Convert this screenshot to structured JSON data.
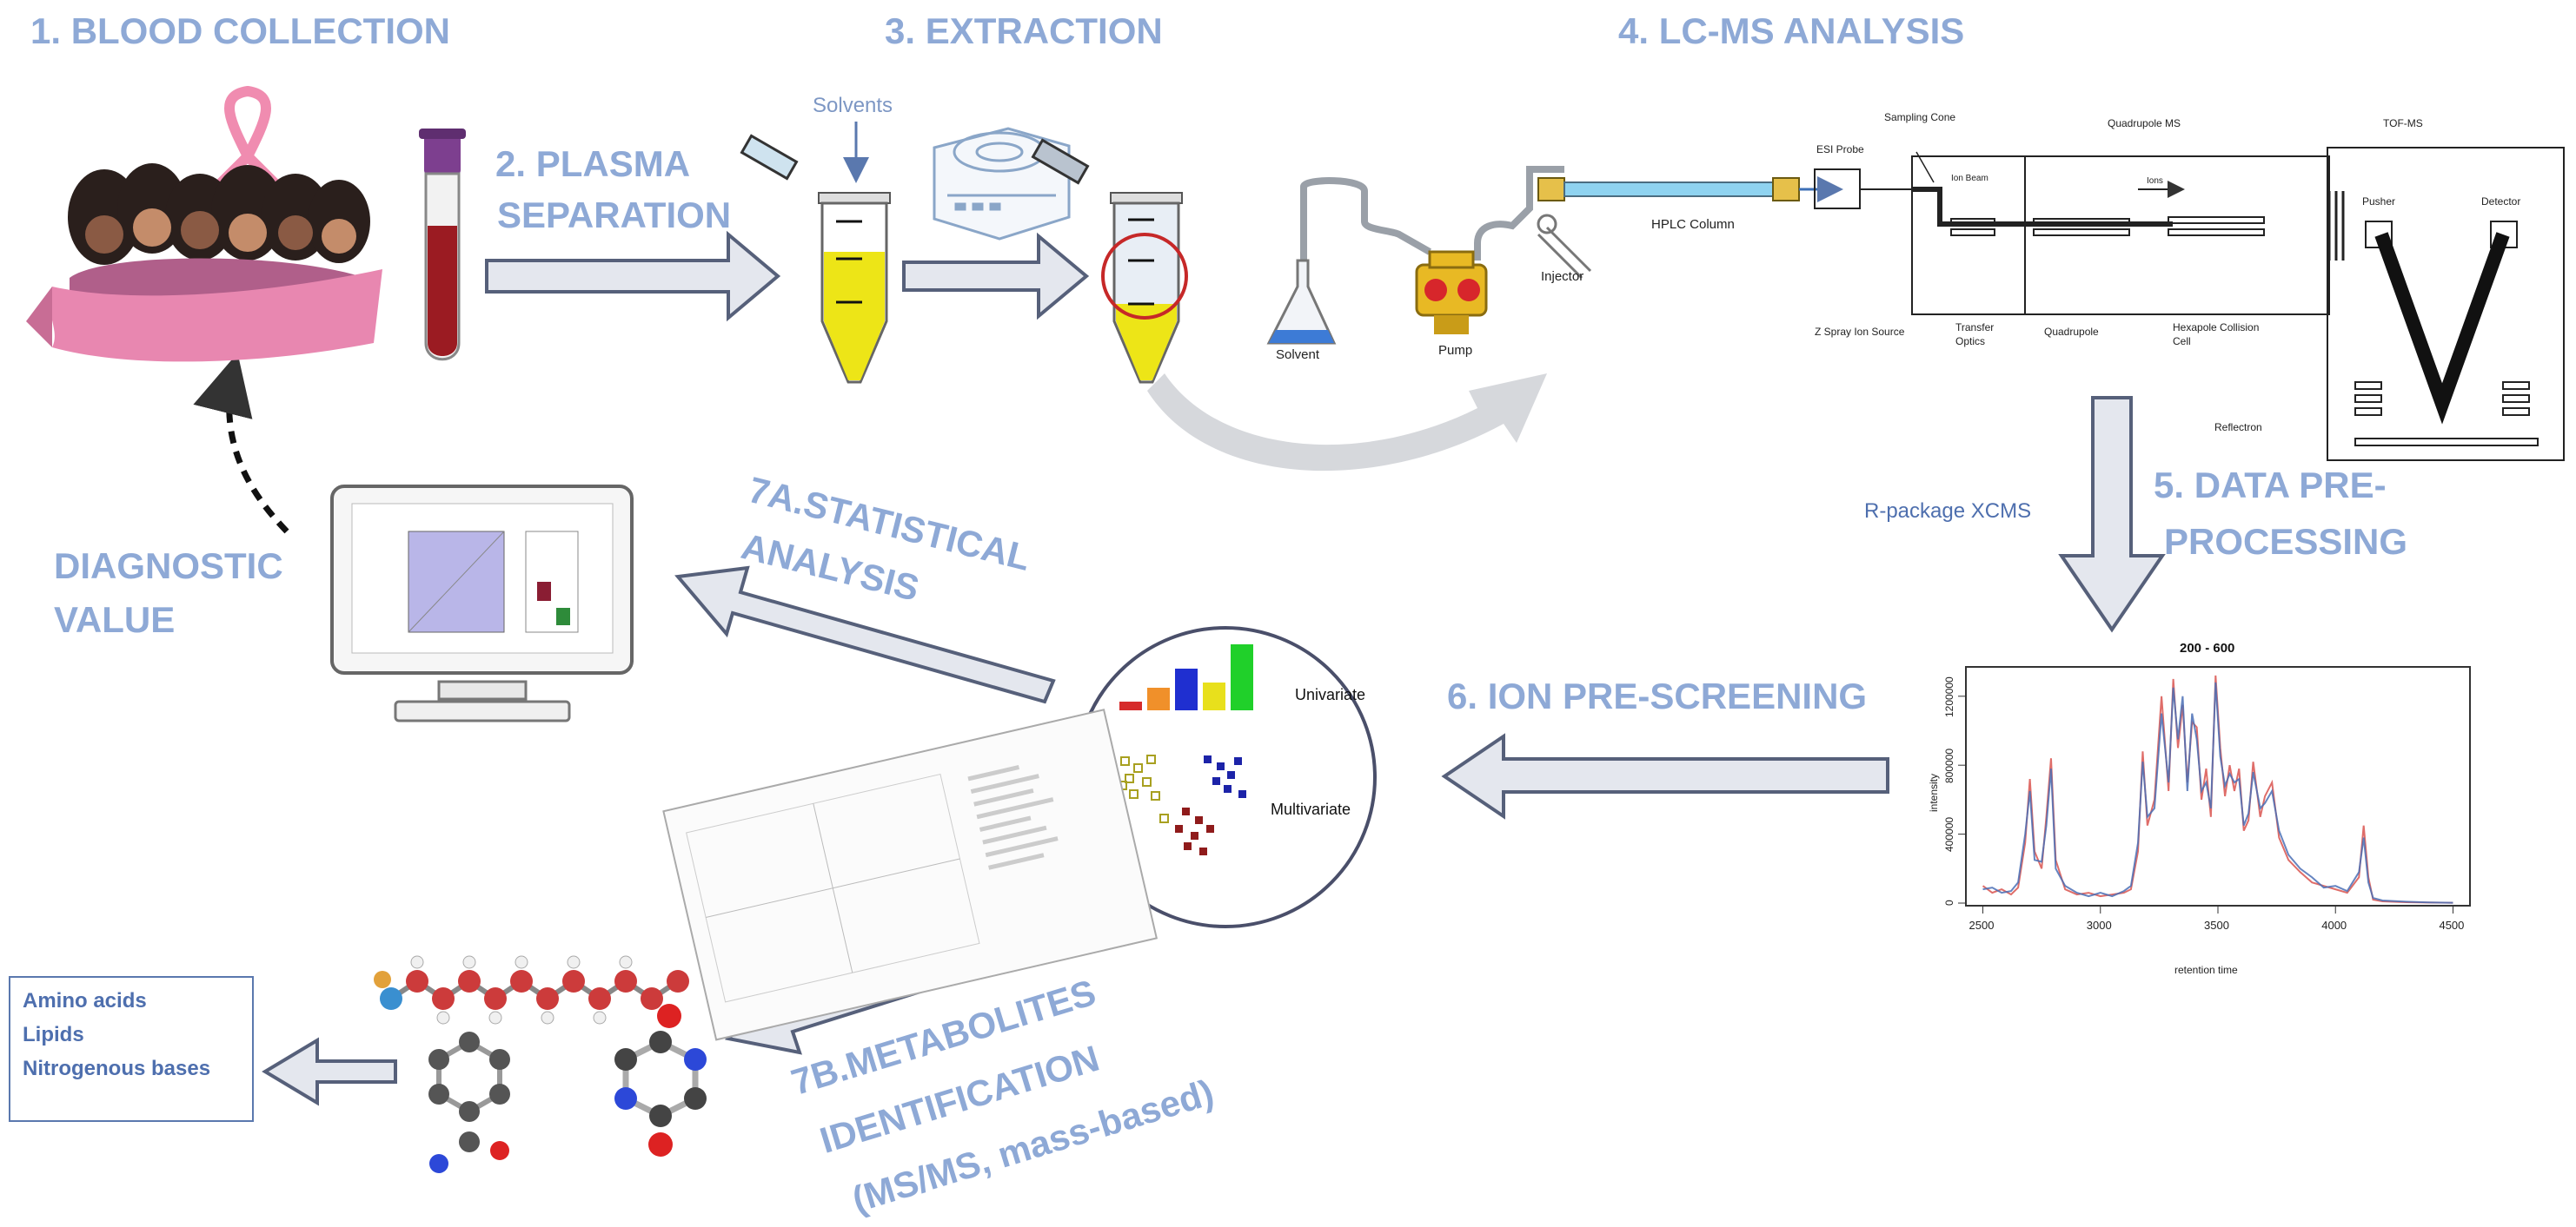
{
  "steps": {
    "s1": "1. BLOOD COLLECTION",
    "s2_line1": "2. PLASMA",
    "s2_line2": "SEPARATION",
    "s3": "3. EXTRACTION",
    "s4": "4. LC-MS ANALYSIS",
    "s5_line1": "5. DATA PRE-",
    "s5_line2": "PROCESSING",
    "s6": "6. ION PRE-SCREENING",
    "s7a_line1": "7A.STATISTICAL",
    "s7a_line2": "ANALYSIS",
    "s7b_line1": "7B.METABOLITES",
    "s7b_line2": "IDENTIFICATION",
    "s7b_line3": "(MS/MS, mass-based)",
    "diag_line1": "DIAGNOSTIC",
    "diag_line2": "VALUE"
  },
  "labels": {
    "solvents": "Solvents",
    "solvent": "Solvent",
    "pump": "Pump",
    "injector": "Injector",
    "hplc_column": "HPLC Column",
    "esi_probe": "ESI Probe",
    "sampling_cone": "Sampling Cone",
    "ion_beam": "Ion Beam",
    "quadrupole_ms": "Quadrupole MS",
    "tof_ms": "TOF-MS",
    "ions": "Ions",
    "pusher": "Pusher",
    "detector": "Detector",
    "z_spray": "Z Spray Ion Source",
    "transfer_optics_1": "Transfer",
    "transfer_optics_2": "Optics",
    "quadrupole": "Quadrupole",
    "hexapole_1": "Hexapole Collision",
    "hexapole_2": "Cell",
    "reflectron": "Reflectron",
    "rpackage": "R-package XCMS",
    "univariate": "Univariate",
    "multivariate": "Multivariate"
  },
  "chromatogram": {
    "title": "200 - 600",
    "xlabel": "retention time",
    "ylabel": "intensity",
    "x_ticks": [
      "2500",
      "3000",
      "3500",
      "4000",
      "4500"
    ],
    "y_ticks": [
      "0",
      "400000",
      "800000",
      "1200000"
    ]
  },
  "chart_data": {
    "type": "line",
    "title": "200 - 600",
    "xlabel": "retention time",
    "ylabel": "intensity",
    "xlim": [
      2450,
      4550
    ],
    "ylim": [
      0,
      1350000
    ],
    "series": [
      {
        "x": [
          2500,
          2540,
          2580,
          2620,
          2650,
          2680,
          2700,
          2720,
          2750,
          2770,
          2790,
          2810,
          2850,
          2900,
          2950,
          3000,
          3050,
          3100,
          3130,
          3160,
          3180,
          3200,
          3230,
          3260,
          3290,
          3310,
          3330,
          3350,
          3370,
          3390,
          3410,
          3430,
          3450,
          3470,
          3490,
          3510,
          3530,
          3550,
          3570,
          3590,
          3610,
          3630,
          3650,
          3680,
          3700,
          3730,
          3760,
          3800,
          3850,
          3900,
          3950,
          4000,
          4050,
          4100,
          4120,
          4140,
          4160,
          4200,
          4300,
          4400,
          4500
        ],
        "values": [
          100000,
          60000,
          80000,
          50000,
          90000,
          350000,
          720000,
          300000,
          200000,
          500000,
          840000,
          250000,
          80000,
          50000,
          60000,
          40000,
          50000,
          60000,
          80000,
          300000,
          880000,
          450000,
          600000,
          1200000,
          650000,
          1300000,
          900000,
          1150000,
          700000,
          1050000,
          1020000,
          600000,
          780000,
          500000,
          1320000,
          900000,
          620000,
          800000,
          650000,
          780000,
          420000,
          480000,
          820000,
          500000,
          620000,
          700000,
          380000,
          250000,
          180000,
          120000,
          100000,
          80000,
          60000,
          150000,
          450000,
          150000,
          20000,
          10000,
          5000,
          3000,
          2000
        ]
      },
      {
        "x": [
          2500,
          2540,
          2580,
          2620,
          2650,
          2680,
          2700,
          2720,
          2750,
          2770,
          2790,
          2810,
          2850,
          2900,
          2950,
          3000,
          3050,
          3100,
          3130,
          3160,
          3180,
          3200,
          3230,
          3260,
          3290,
          3310,
          3330,
          3350,
          3370,
          3390,
          3410,
          3430,
          3450,
          3470,
          3490,
          3510,
          3530,
          3550,
          3570,
          3590,
          3610,
          3630,
          3650,
          3680,
          3700,
          3730,
          3760,
          3800,
          3850,
          3900,
          3950,
          4000,
          4050,
          4100,
          4120,
          4140,
          4160,
          4200,
          4300,
          4400,
          4500
        ],
        "values": [
          80000,
          90000,
          60000,
          70000,
          120000,
          400000,
          650000,
          250000,
          240000,
          450000,
          780000,
          200000,
          100000,
          60000,
          40000,
          60000,
          40000,
          70000,
          100000,
          350000,
          820000,
          500000,
          550000,
          1100000,
          700000,
          1250000,
          950000,
          1200000,
          650000,
          1100000,
          950000,
          650000,
          700000,
          550000,
          1280000,
          850000,
          680000,
          750000,
          700000,
          720000,
          450000,
          520000,
          760000,
          550000,
          580000,
          650000,
          420000,
          280000,
          200000,
          150000,
          90000,
          100000,
          70000,
          180000,
          380000,
          120000,
          30000,
          15000,
          8000,
          4000,
          2000
        ]
      }
    ]
  }
}
